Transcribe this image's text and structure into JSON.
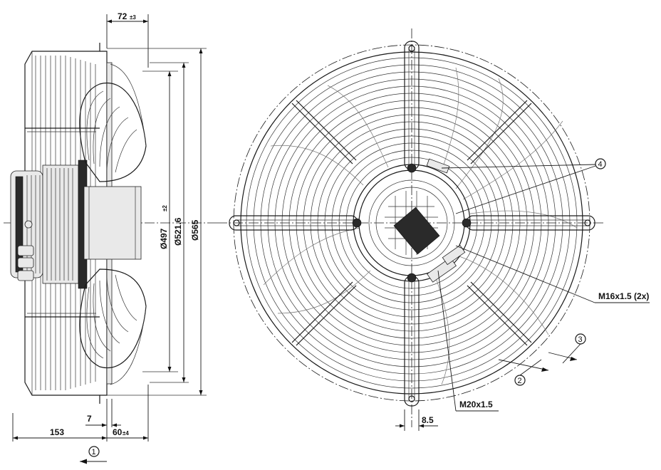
{
  "dimensions": {
    "d_72": "72",
    "d_72_tol": "±3",
    "d_497": "Ø497",
    "d_497_tol": "±2",
    "d_521_6": "Ø521.6",
    "d_565": "Ø565",
    "d_7": "7",
    "d_153": "153",
    "d_60": "60",
    "d_60_tol": "±4",
    "d_8_5": "8.5",
    "thread_m16": "M16x1.5 (2x)",
    "thread_m20": "M20x1.5"
  },
  "callouts": {
    "c1": "1",
    "c2": "2",
    "c3": "3",
    "c4": "4"
  }
}
